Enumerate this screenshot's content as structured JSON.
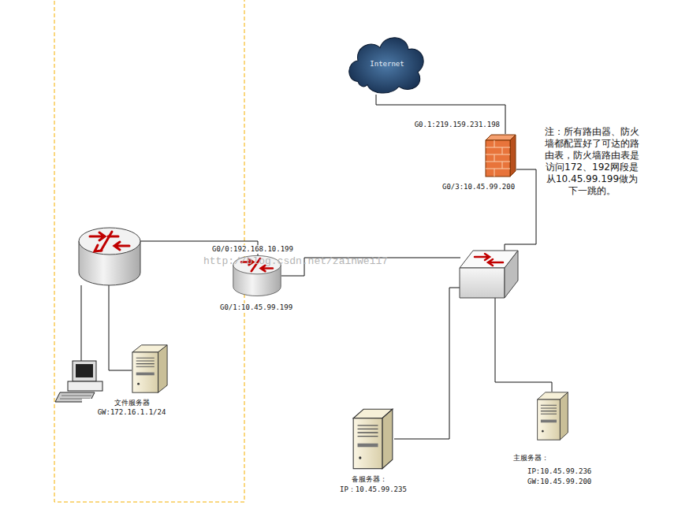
{
  "diagram": {
    "nodes": [
      {
        "text": [
          "Internet"
        ]
      },
      {
        "text": [
          "G0.1:219.159.231.198",
          "G0/3:10.45.99.200"
        ]
      },
      {
        "text": [
          "G0/0:192.168.10.199",
          "G0/1:10.45.99.199"
        ]
      },
      {
        "text": [
          "文件服务器",
          "GW:172.16.1.1/24"
        ]
      },
      {
        "text": [
          "备服务器：",
          "IP：10.45.99.235"
        ]
      },
      {
        "text": [
          "主服务器：",
          "IP:10.45.99.236",
          "GW:10.45.99.200"
        ]
      }
    ],
    "edges": [
      {
        "from": 0,
        "to": 1,
        "arrow": "none"
      }
    ],
    "labels": [
      "注：所有路由器、防火墙都配置好了可达的路由表，防火墙路由表是访问172、192网段是从10.45.99.199做为下一跳的。",
      "http://blog.csdn.net/zainwei17"
    ]
  }
}
